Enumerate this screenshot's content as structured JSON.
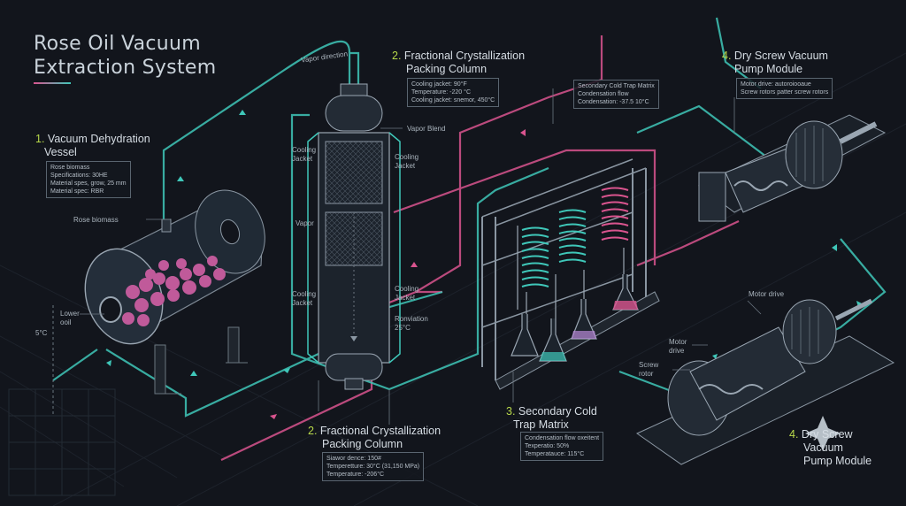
{
  "title": {
    "line1": "Rose Oil Vacuum",
    "line2": "Extraction System"
  },
  "colors": {
    "bg": "#12151c",
    "teal": "#3fc7b9",
    "pink": "#d9548e",
    "lime": "#b8d94a",
    "line": "#6b7680"
  },
  "vessel": {
    "num": "1.",
    "heading1": "Vacuum Dehydration",
    "heading2": "Vessel",
    "specs": [
      "Rose biomass",
      "Specifications: 30HE",
      "Material spes, grow, 25 mm",
      "Material spec: RBR"
    ],
    "label_biomass": "Rose biomass",
    "label_lower": "Lower",
    "label_oil": "ooil",
    "label_temp": "5°C"
  },
  "column_top": {
    "num": "2.",
    "heading1": "Fractional Crystallization",
    "heading2": "Packing Column",
    "specs": [
      "Cooling jacket: 90°F",
      "Temperature: -220 °C",
      "Cooling jacket: snemor, 450°C"
    ],
    "vapor_direction": "Vapor direction"
  },
  "column_labels": {
    "vapor_blend": "Vapor Blend",
    "cooling_jacket_1a": "Cooling",
    "cooling_jacket_1b": "Jacket",
    "cooling_jacket_2a": "Cooling",
    "cooling_jacket_2b": "Jacket",
    "vapor": "Vapor",
    "cooling_jacket_3a": "Cooling",
    "cooling_jacket_3b": "Jacket",
    "cooling_jacket_4a": "Cooling",
    "cooling_jacket_4b": "Jacket",
    "ronviation": "Ronviation",
    "ronviation_temp": "25°C"
  },
  "column_bottom": {
    "num": "2.",
    "heading1": "Fractional Crystallization",
    "heading2": "Packing Column",
    "specs": [
      "Siawor dence: 150#",
      "Temperetture: 30°C (31,150 MPa)",
      "Temperature: -206°C"
    ]
  },
  "cold_trap": {
    "num": "3.",
    "heading1": "Secondary Cold",
    "heading2": "Trap Matrix",
    "specs_top": [
      "Secondary Cold Trap Matrix",
      "Condensation flow",
      "Condensation: -37.5 10°C"
    ],
    "specs_bottom": [
      "Condensation flow oxeitent",
      "Texperatio: 50%",
      "Temperatauce: 115°C"
    ]
  },
  "pump_top": {
    "num": "4.",
    "heading1": "Dry Screw Vacuum",
    "heading2": "Pump Module",
    "specs": [
      "Motor drive: autoroiooaue",
      "Screw rotors patter screw rotors"
    ]
  },
  "pump_bottom": {
    "num": "4.",
    "heading1": "Dry Screw",
    "heading2": "Vacuum",
    "heading3": "Pump Module",
    "motor_drive": "Motor drive",
    "motor1": "Motor",
    "motor2": "drive",
    "screw1": "Screw",
    "screw2": "rotor"
  }
}
